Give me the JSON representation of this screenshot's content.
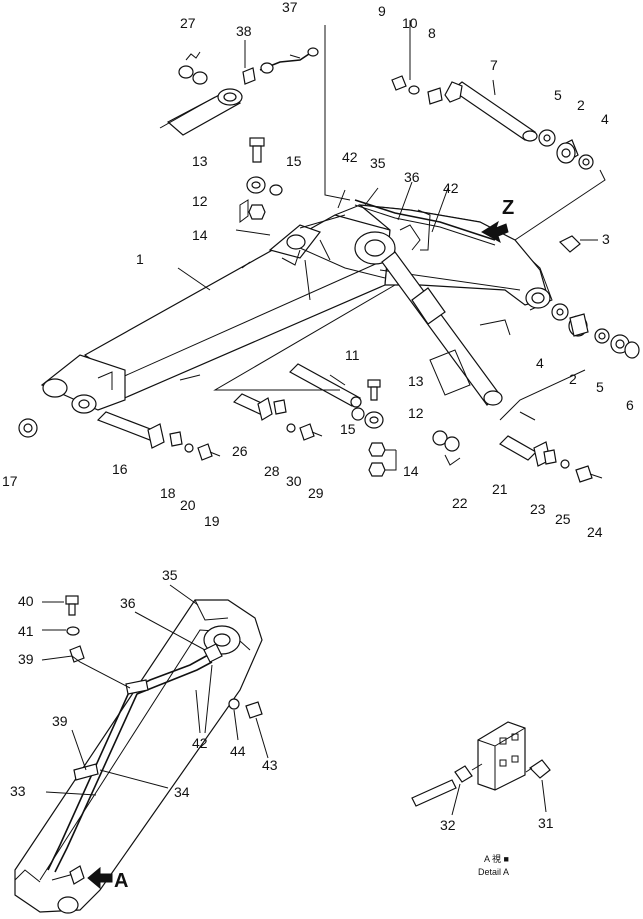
{
  "callouts": {
    "c1": "1",
    "c2a": "2",
    "c2b": "2",
    "c3": "3",
    "c4a": "4",
    "c4b": "4",
    "c5a": "5",
    "c5b": "5",
    "c6": "6",
    "c7": "7",
    "c8": "8",
    "c9": "9",
    "c10": "10",
    "c11": "11",
    "c12a": "12",
    "c12b": "12",
    "c13a": "13",
    "c13b": "13",
    "c14a": "14",
    "c14b": "14",
    "c15a": "15",
    "c15b": "15",
    "c16": "16",
    "c17": "17",
    "c18": "18",
    "c19": "19",
    "c20": "20",
    "c21": "21",
    "c22": "22",
    "c23": "23",
    "c24": "24",
    "c25": "25",
    "c26": "26",
    "c27": "27",
    "c28": "28",
    "c29": "29",
    "c30": "30",
    "c31": "31",
    "c32": "32",
    "c33": "33",
    "c34": "34",
    "c35a": "35",
    "c35b": "35",
    "c36a": "36",
    "c36b": "36",
    "c37": "37",
    "c38": "38",
    "c39a": "39",
    "c39b": "39",
    "c40": "40",
    "c41": "41",
    "c42a": "42",
    "c42b": "42",
    "c42c": "42",
    "c43": "43",
    "c44": "44"
  },
  "view_z": "Z",
  "view_a": "A",
  "detail": {
    "line1": "A 視 ■",
    "line2": "Detail  A"
  }
}
